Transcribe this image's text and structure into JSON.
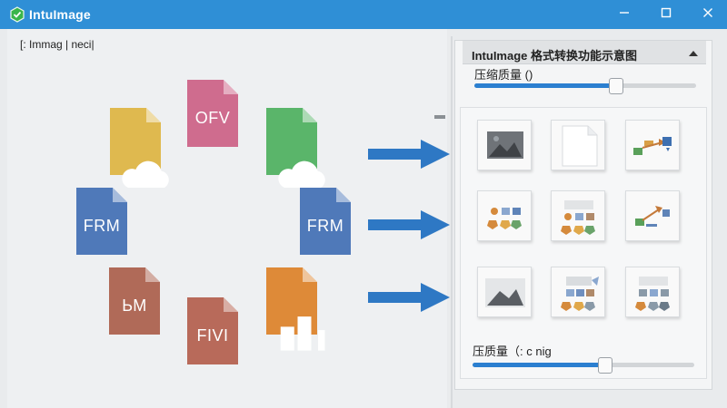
{
  "window": {
    "title": "IntuImage",
    "app_icon": "app-logo-icon",
    "controls": [
      "minimize-icon",
      "maximize-icon",
      "close-icon"
    ]
  },
  "left_panel": {
    "label": "[: Immag | neci|",
    "source_files": [
      {
        "text": "OFV",
        "color": "#cf6c8e",
        "icon": "file-icon"
      },
      {
        "text": "",
        "color": "#dfb94f",
        "icon": "cloud-file-icon"
      },
      {
        "text": "",
        "color": "#5ab56a",
        "icon": "cloud-file-icon"
      },
      {
        "text": "FRM",
        "color": "#4f79b9",
        "icon": "file-icon"
      },
      {
        "text": "FRM",
        "color": "#4f79b9",
        "icon": "file-icon"
      },
      {
        "text": "ЬМ",
        "color": "#b06a58",
        "icon": "file-icon"
      },
      {
        "text": "",
        "color": "#de8a38",
        "icon": "chart-file-icon"
      },
      {
        "text": "FIVI",
        "color": "#b86a5a",
        "icon": "file-icon"
      }
    ],
    "arrows": [
      "arrow-right-icon",
      "arrow-right-icon",
      "arrow-right-icon"
    ],
    "arrow_color": "#2e78c4"
  },
  "right_panel": {
    "title": "IntuImage 格式转换功能示意图",
    "collapse_icon": "chevron-up-icon",
    "slider_top": {
      "label": "压缩质量 ()",
      "value": 0.64
    },
    "slider_bottom": {
      "label": "压质量（: c nig",
      "value": 0.6
    },
    "accent": "#2b7fd0",
    "thumbnails": [
      {
        "icon": "image-placeholder-icon"
      },
      {
        "icon": "blank-file-icon"
      },
      {
        "icon": "flow-diagram-icon"
      },
      {
        "icon": "shapes-cluster-icon"
      },
      {
        "icon": "shapes-cluster-icon"
      },
      {
        "icon": "flow-diagram-icon"
      },
      {
        "icon": "image-placeholder-icon"
      },
      {
        "icon": "shapes-cluster-icon"
      },
      {
        "icon": "shapes-cluster-icon"
      }
    ]
  }
}
